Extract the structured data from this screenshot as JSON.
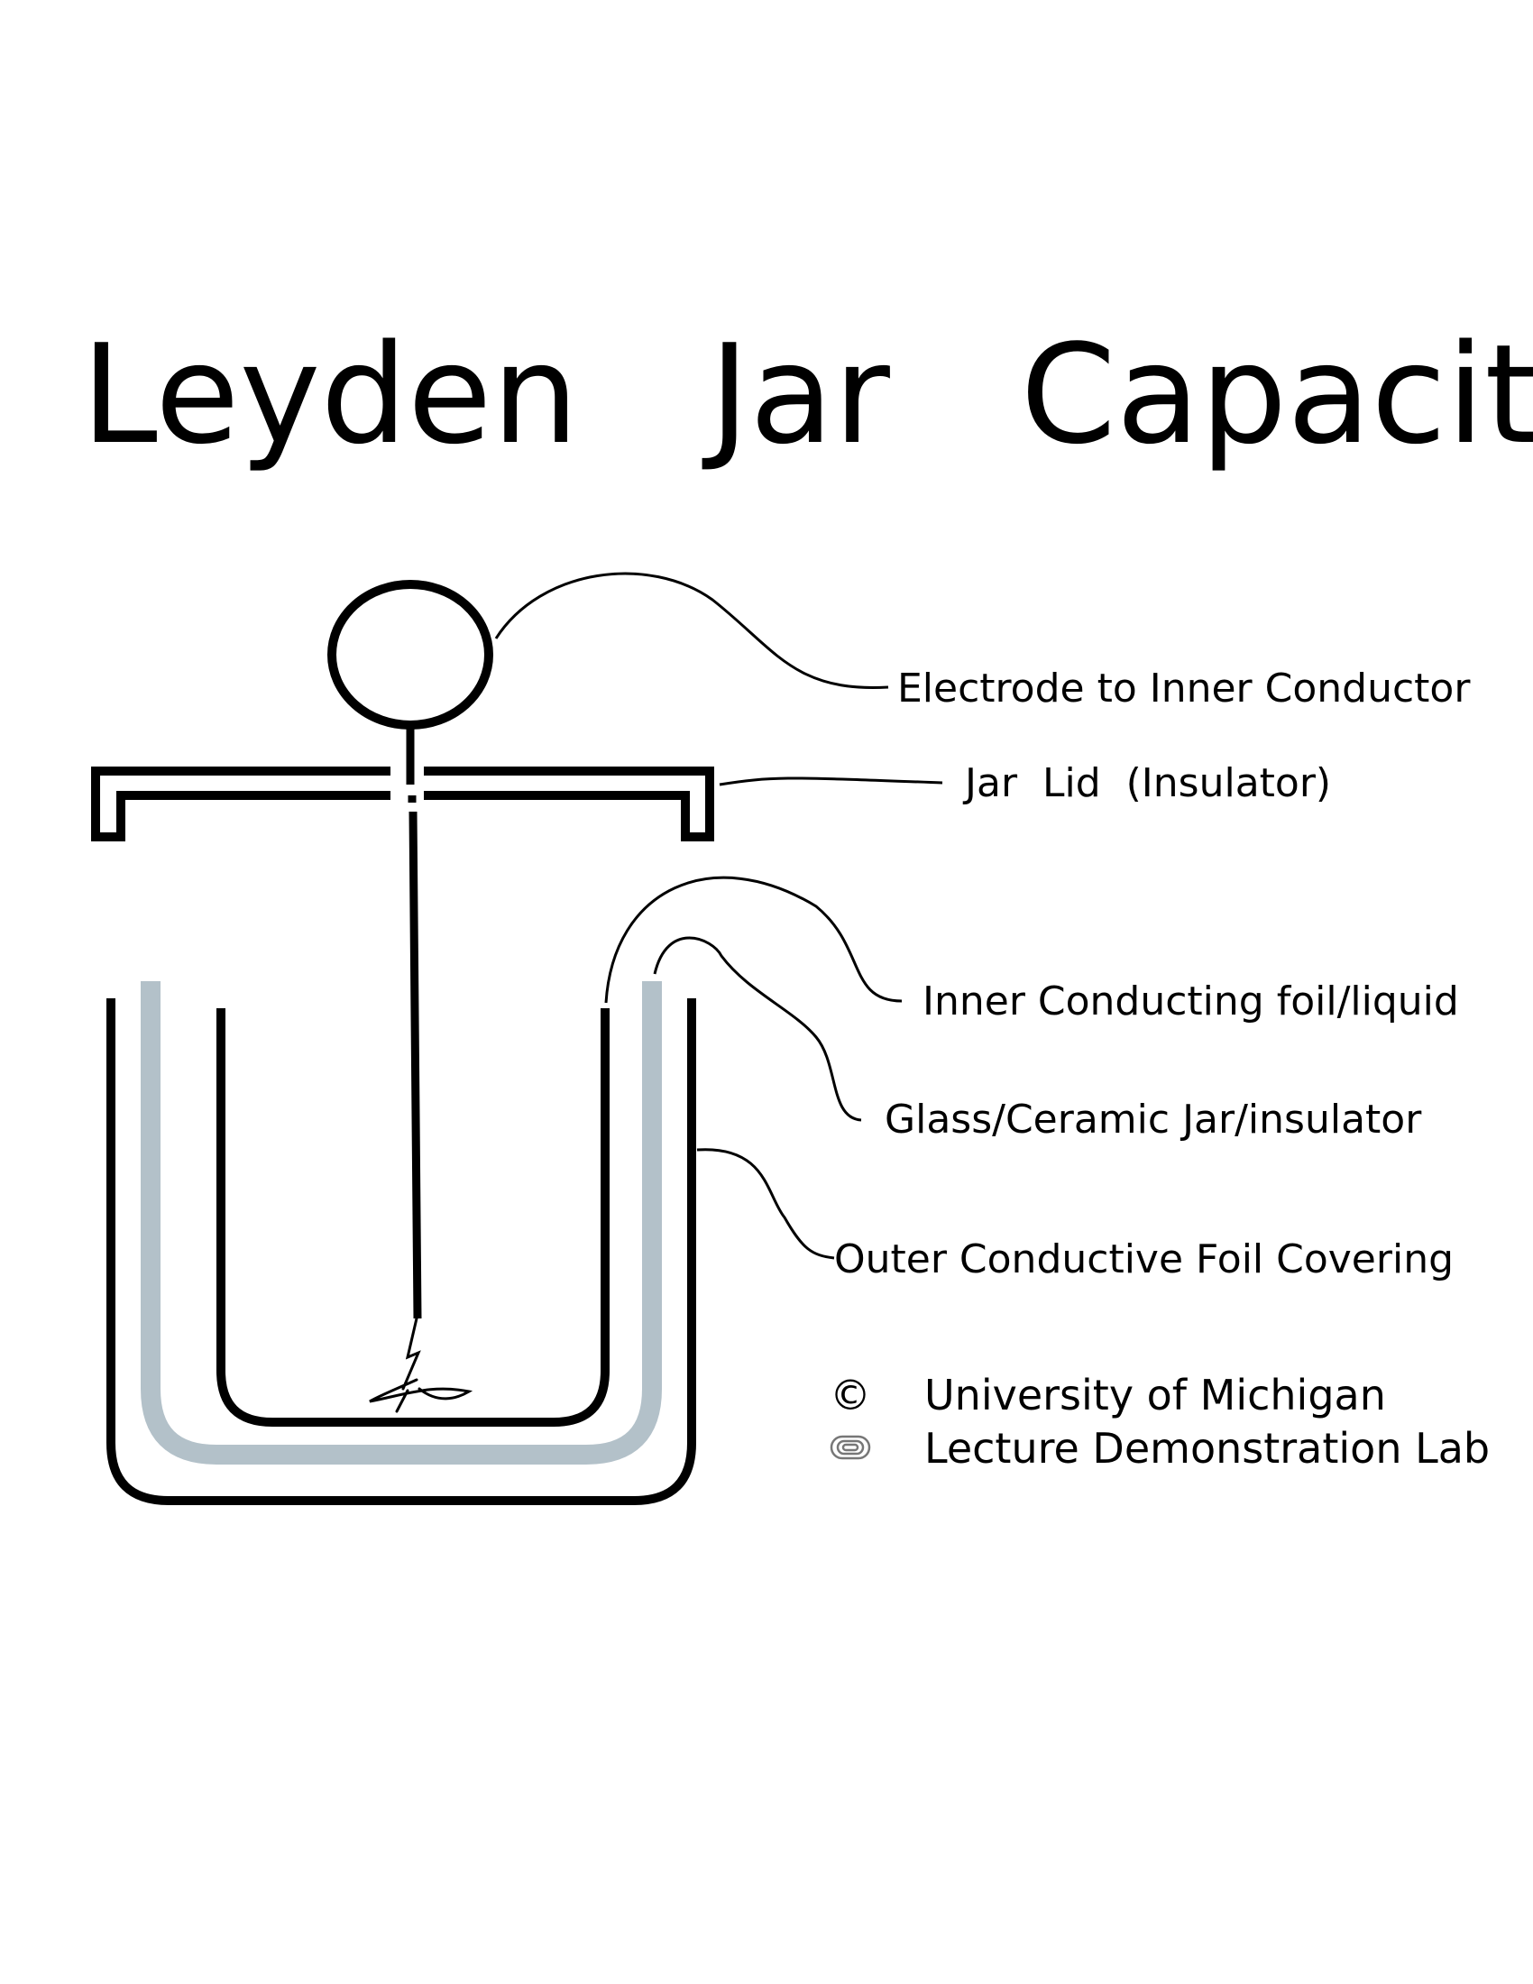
{
  "title": "Leyden  Jar  Capacitor",
  "labels": {
    "electrode": "Electrode to Inner Conductor",
    "lid": "Jar  Lid  (Insulator)",
    "inner_foil": "Inner Conducting foil/liquid",
    "glass": "Glass/Ceramic Jar/insulator",
    "outer_foil": "Outer Conductive Foil Covering"
  },
  "credit": {
    "symbol": "©",
    "line1": "University of Michigan",
    "line2": "Lecture Demonstration Lab"
  },
  "colors": {
    "ink": "#000000",
    "glass": "#b3c1c9",
    "background": "#ffffff"
  }
}
